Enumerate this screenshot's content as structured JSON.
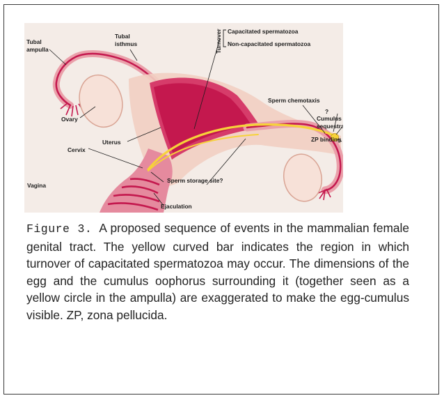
{
  "figure": {
    "labels": {
      "tubal_ampulla": [
        "Tubal",
        "ampulla"
      ],
      "tubal_isthmus": [
        "Tubal",
        "isthmus"
      ],
      "turnover": "Turnover",
      "capacitated": "Capacitated spermatozoa",
      "non_capacitated": "Non-capacitated spermatozoa",
      "ovary": "Ovary",
      "uterus": "Uterus",
      "cervix": "Cervix",
      "vagina": "Vagina",
      "ejaculation": "Ejaculation",
      "sperm_storage": "Sperm storage site?",
      "sperm_chemotaxis": "Sperm chemotaxis",
      "question": "?",
      "cumulus_sequestration": [
        "Cumulus",
        "sequestration"
      ],
      "zp_binding": "ZP binding"
    },
    "colors": {
      "tissue_light": "#f2cfc2",
      "tissue_mid": "#e89aa8",
      "tissue_dark": "#c4184e",
      "yellow_bar": "#f6d23a",
      "background": "#f4ece7"
    }
  },
  "caption": {
    "label": "Figure 3.",
    "text": "A proposed sequence of events in the mammalian female genital tract. The yellow curved bar indicates the region in which turnover of capacitated spermatozoa may occur. The dimensions of the egg and the cumulus oophorus surrounding it (together seen as a yellow circle in the ampulla) are exaggerated to make the egg-cumulus visible. ZP, zona pellucida."
  }
}
